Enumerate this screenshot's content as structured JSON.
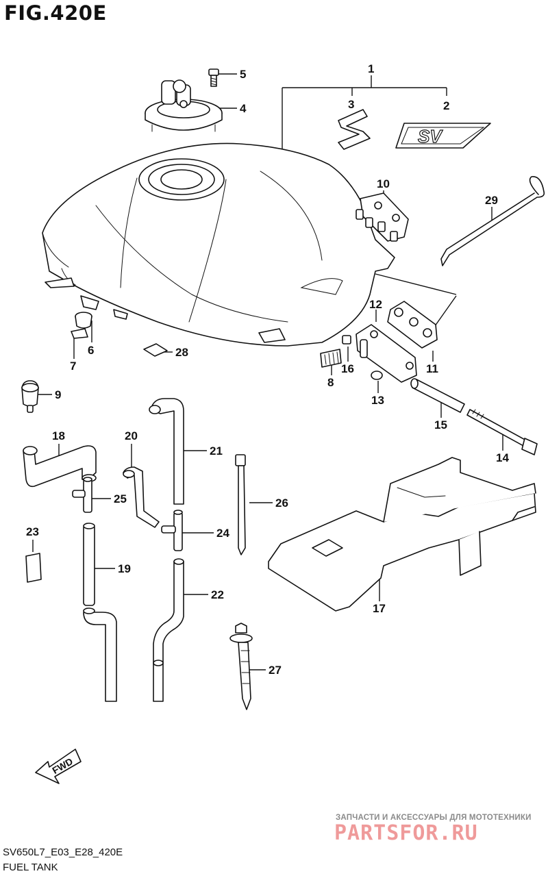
{
  "figure": {
    "title": "FIG.420E",
    "diagram_code": "SV650L7_E03_E28_420E",
    "diagram_name": "FUEL TANK"
  },
  "callouts": [
    {
      "id": "1",
      "label": "1"
    },
    {
      "id": "2",
      "label": "2"
    },
    {
      "id": "3",
      "label": "3"
    },
    {
      "id": "4",
      "label": "4"
    },
    {
      "id": "5",
      "label": "5"
    },
    {
      "id": "6",
      "label": "6"
    },
    {
      "id": "7",
      "label": "7"
    },
    {
      "id": "8",
      "label": "8"
    },
    {
      "id": "9",
      "label": "9"
    },
    {
      "id": "10",
      "label": "10"
    },
    {
      "id": "11",
      "label": "11"
    },
    {
      "id": "12",
      "label": "12"
    },
    {
      "id": "13",
      "label": "13"
    },
    {
      "id": "14",
      "label": "14"
    },
    {
      "id": "15",
      "label": "15"
    },
    {
      "id": "16",
      "label": "16"
    },
    {
      "id": "17",
      "label": "17"
    },
    {
      "id": "18",
      "label": "18"
    },
    {
      "id": "19",
      "label": "19"
    },
    {
      "id": "20",
      "label": "20"
    },
    {
      "id": "21",
      "label": "21"
    },
    {
      "id": "22",
      "label": "22"
    },
    {
      "id": "23",
      "label": "23"
    },
    {
      "id": "24",
      "label": "24"
    },
    {
      "id": "25",
      "label": "25"
    },
    {
      "id": "26",
      "label": "26"
    },
    {
      "id": "27",
      "label": "27"
    },
    {
      "id": "28",
      "label": "28"
    },
    {
      "id": "29",
      "label": "29"
    }
  ],
  "fwd_arrow": {
    "label": "FWD",
    "icon": "fwd-arrow-icon"
  },
  "emblem": {
    "text": "SV"
  },
  "watermark": {
    "tagline": "ЗАПЧАСТИ И АКСЕССУАРЫ ДЛЯ МОТОТЕХНИКИ",
    "logo": "PARTSFOR.RU",
    "color": "#ef9a9a"
  }
}
